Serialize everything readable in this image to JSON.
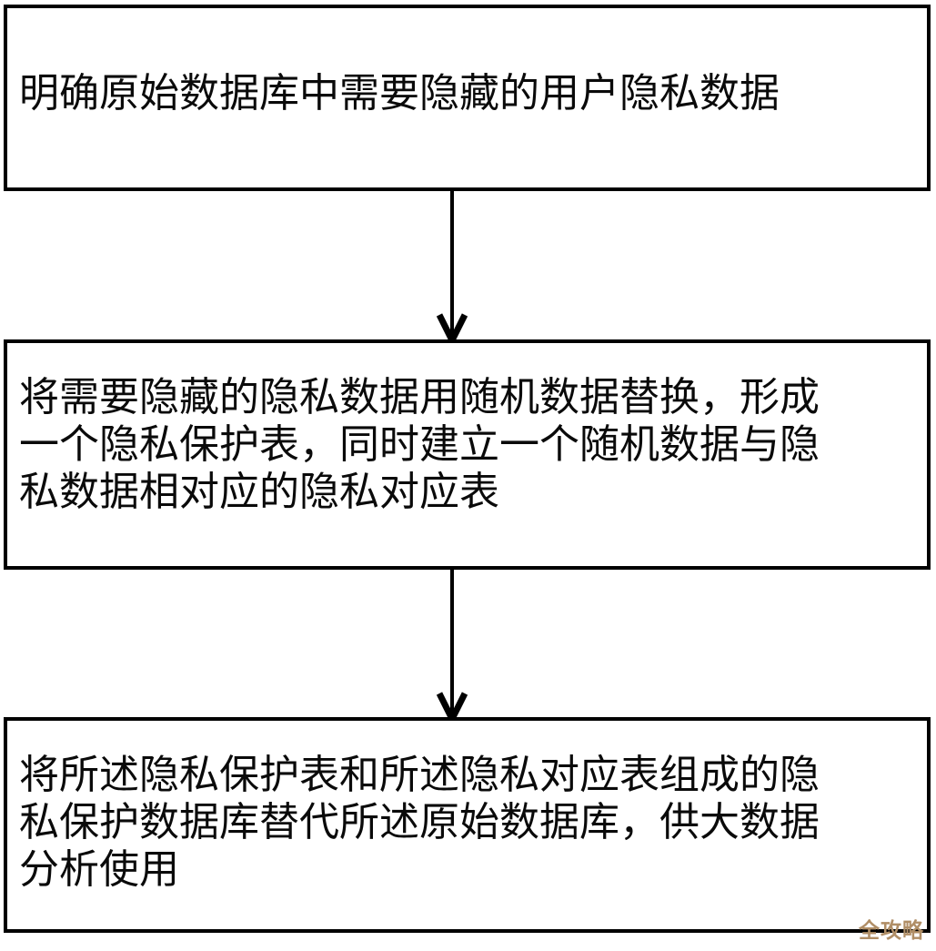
{
  "diagram": {
    "type": "flowchart",
    "orientation": "vertical",
    "background_color": "#ffffff",
    "line_color": "#000000",
    "text_color": "#0a0a0a",
    "nodes": [
      {
        "id": "step-1",
        "shape": "rectangle",
        "text": "明确原始数据库中需要隐藏的用户隐私数据"
      },
      {
        "id": "step-2",
        "shape": "rectangle",
        "text": "将需要隐藏的隐私数据用随机数据替换，形成\n一个隐私保护表，同时建立一个随机数据与隐\n私数据相对应的隐私对应表"
      },
      {
        "id": "step-3",
        "shape": "rectangle",
        "text": "将所述隐私保护表和所述隐私对应表组成的隐\n私保护数据库替代所述原始数据库，供大数据\n分析使用"
      }
    ],
    "connectors": [
      {
        "id": "arrow-1",
        "from": "step-1",
        "to": "step-2",
        "direction": "down",
        "arrowhead": "open-v"
      },
      {
        "id": "arrow-2",
        "from": "step-2",
        "to": "step-3",
        "direction": "down",
        "arrowhead": "open-v"
      }
    ]
  },
  "watermark": {
    "text": "全攻略",
    "color": "#b08e66"
  }
}
